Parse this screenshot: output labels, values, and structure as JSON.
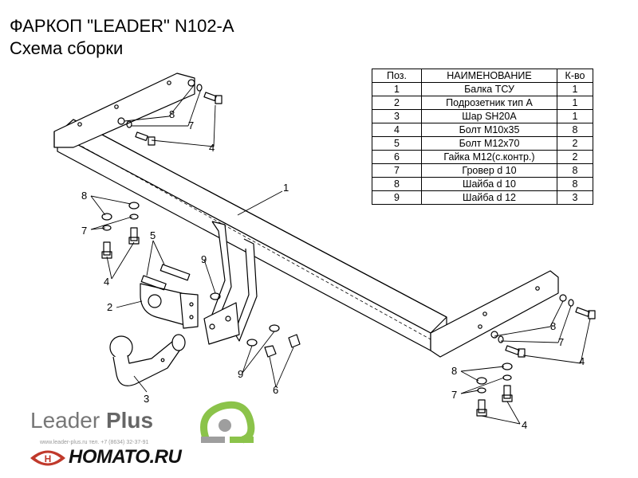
{
  "header": {
    "title": "ФАРКОП \"LEADER\" N102-A",
    "subtitle": "Схема сборки"
  },
  "table": {
    "headers": [
      "Поз.",
      "НАИМЕНОВАНИЕ",
      "К-во"
    ],
    "rows": [
      [
        "1",
        "Балка ТСУ",
        "1"
      ],
      [
        "2",
        "Подрозетник тип А",
        "1"
      ],
      [
        "3",
        "Шар SH20A",
        "1"
      ],
      [
        "4",
        "Болт М10х35",
        "8"
      ],
      [
        "5",
        "Болт М12х70",
        "2"
      ],
      [
        "6",
        "Гайка М12(с.контр.)",
        "2"
      ],
      [
        "7",
        "Гровер d 10",
        "8"
      ],
      [
        "8",
        "Шайба d 10",
        "8"
      ],
      [
        "9",
        "Шайба d 12",
        "3"
      ]
    ]
  },
  "callouts": {
    "c1": "1",
    "c2": "2",
    "c3": "3",
    "c4_left": "4",
    "c4_top": "4",
    "c4_right": "4",
    "c4_bottom": "4",
    "c5": "5",
    "c6": "6",
    "c7_top": "7",
    "c7_left": "7",
    "c7_right": "7",
    "c7_bottom": "7",
    "c8_top": "8",
    "c8_left": "8",
    "c8_right": "8",
    "c8_bottom": "8",
    "c9_top": "9",
    "c9_bottom": "9"
  },
  "footer": {
    "brand_name": "Leader",
    "brand_suffix": "Plus",
    "contact": "www.leader-plus.ru  тел. +7 (8634) 32-37-91",
    "watermark": "HOMATO.RU"
  },
  "colors": {
    "line": "#000000",
    "brand_gray": "#777777",
    "logo_green": "#8bc34a",
    "logo_red": "#c0392b"
  }
}
